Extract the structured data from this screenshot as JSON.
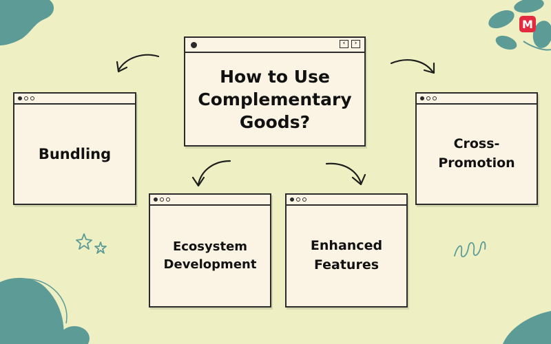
{
  "title": {
    "lines": [
      "How to Use",
      "Complementary",
      "Goods?"
    ]
  },
  "nodes": {
    "bundling": {
      "lines": [
        "Bundling"
      ]
    },
    "ecosystem": {
      "lines": [
        "Ecosystem",
        "Development"
      ]
    },
    "enhanced": {
      "lines": [
        "Enhanced",
        "Features"
      ]
    },
    "cross": {
      "lines": [
        "Cross-",
        "Promotion"
      ]
    }
  },
  "logo": {
    "text": "M"
  },
  "colors": {
    "background": "#eef0c3",
    "card": "#fbf4e4",
    "outline": "#2b2b2b",
    "blob": "#5c9b96",
    "logo": "#e32b3f"
  },
  "icons": {
    "window_nav_left": "‹",
    "window_nav_right": "›"
  }
}
